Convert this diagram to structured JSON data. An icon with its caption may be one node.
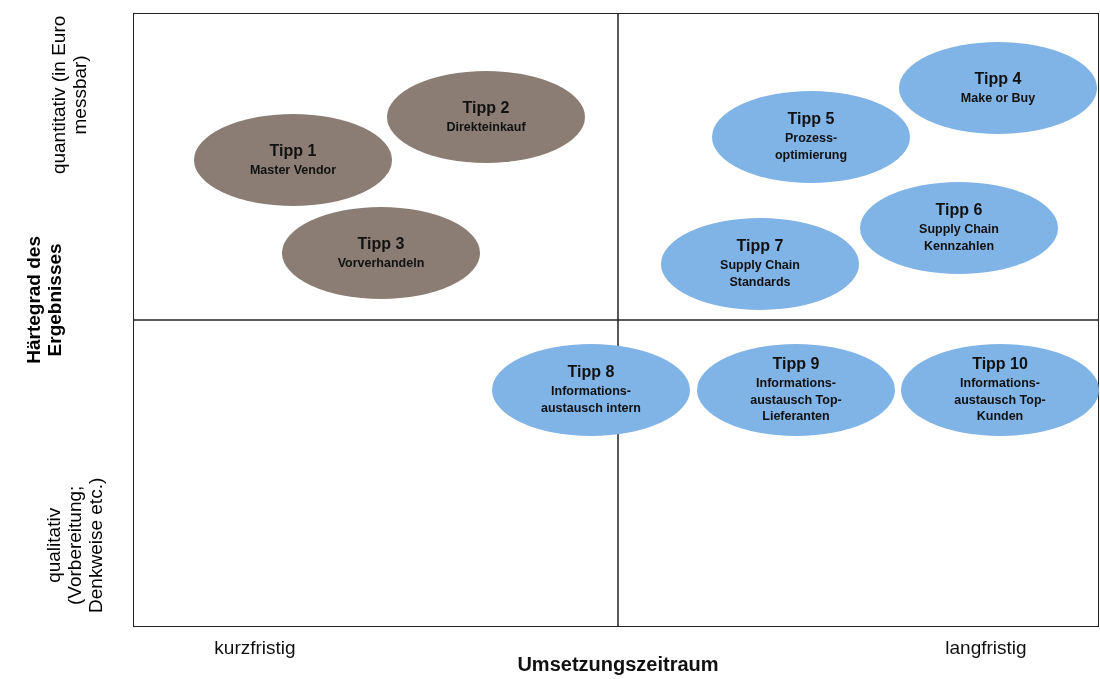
{
  "diagram": {
    "nodes": [
      {
        "text": [
          "Tipp 1",
          "Master Vendor"
        ]
      },
      {
        "text": [
          "Tipp 2",
          "Direkteinkauf"
        ]
      },
      {
        "text": [
          "Tipp 3",
          "Vorverhandeln"
        ]
      },
      {
        "text": [
          "Tipp 4",
          "Make or Buy"
        ]
      },
      {
        "text": [
          "Tipp 5",
          "Prozess-optimierung"
        ]
      },
      {
        "text": [
          "Tipp 6",
          "Supply Chain Kennzahlen"
        ]
      },
      {
        "text": [
          "Tipp 7",
          "Supply Chain Standards"
        ]
      },
      {
        "text": [
          "Tipp 8",
          "Informations-austausch intern"
        ]
      },
      {
        "text": [
          "Tipp 9",
          "Informations-austausch Top-Lieferanten"
        ]
      },
      {
        "text": [
          "Tipp 10",
          "Informations-austausch Top-Kunden"
        ]
      }
    ],
    "labels": [
      "quantitativ (in Euro messbar)",
      "Härtegrad des Ergebnisses",
      "qualitativ (Vorbereitung; Denkweise etc.)",
      "kurzfristig",
      "Umsetzungszeitraum",
      "langfristig"
    ]
  }
}
